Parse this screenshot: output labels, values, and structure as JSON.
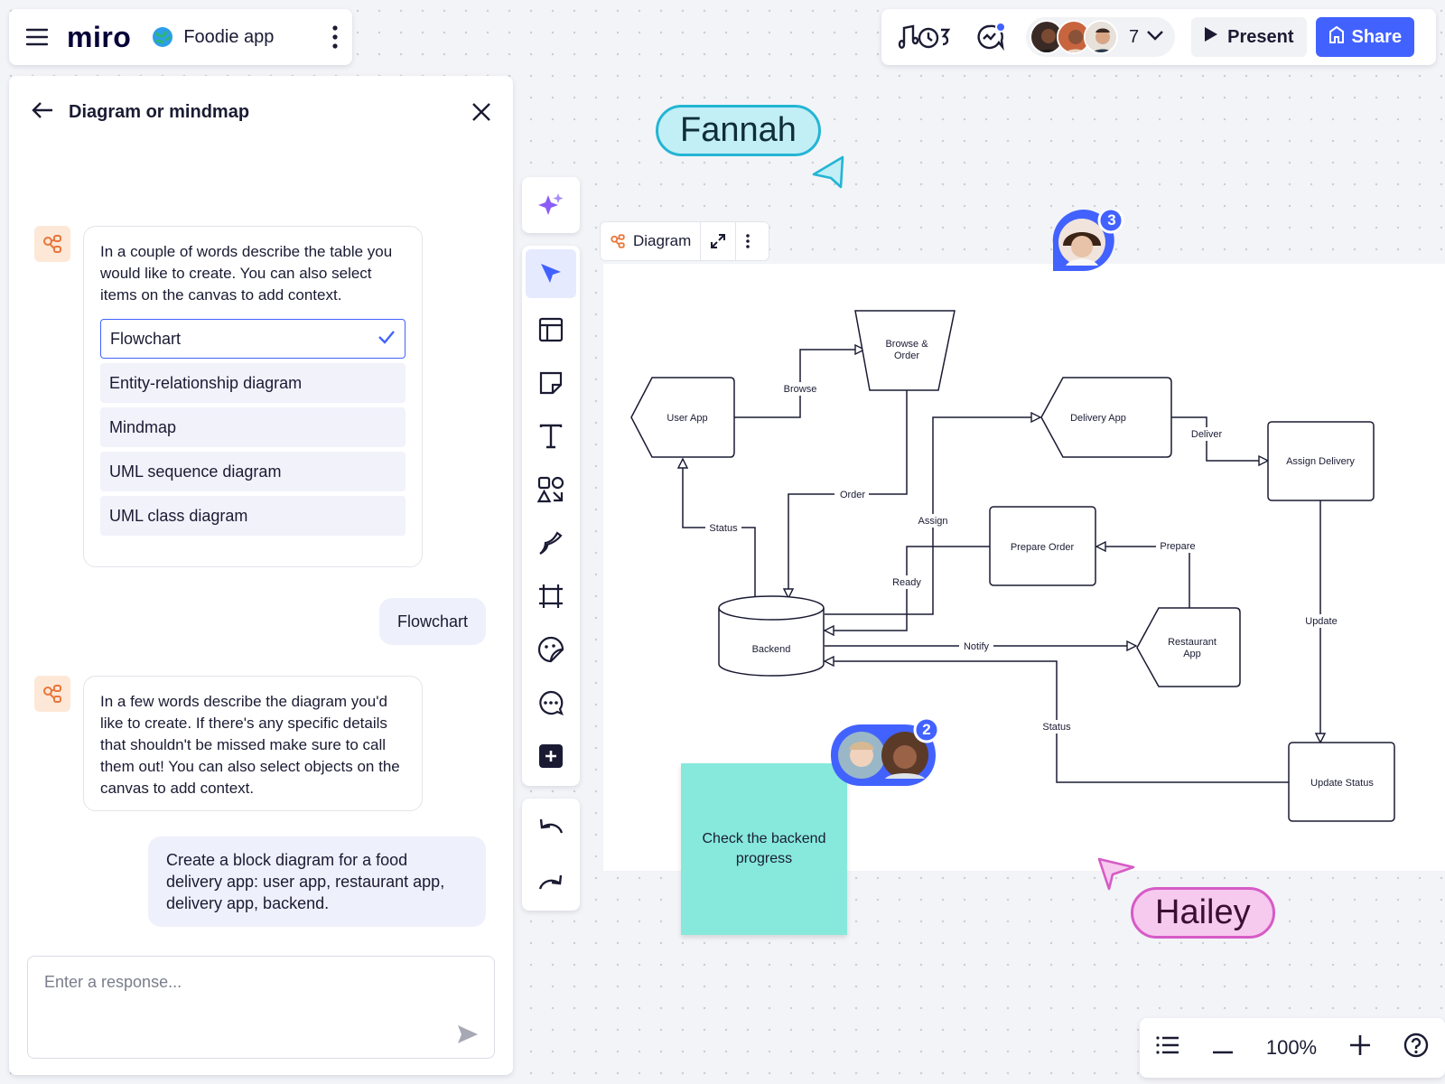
{
  "app": {
    "logo": "miro",
    "board_name": "Foodie app"
  },
  "header": {
    "collaborator_count": "7",
    "present_label": "Present",
    "share_label": "Share"
  },
  "panel": {
    "title": "Diagram or mindmap",
    "ai_message_1": "In a couple of words describe the table you would like to create. You can also select items on the canvas to add context.",
    "options": [
      "Flowchart",
      "Entity-relationship diagram",
      "Mindmap",
      "UML sequence diagram",
      "UML class diagram"
    ],
    "selected_option": "Flowchart",
    "user_message_1": "Flowchart",
    "ai_message_2": "In a few words describe the diagram you'd like to create. If there's any specific details that shouldn't be missed make sure to call them out! You can also select objects on the canvas to add context.",
    "user_message_2": "Create a block diagram for a food delivery app: user app, restaurant app, delivery app, backend.",
    "response_placeholder": "Enter a response..."
  },
  "canvas": {
    "diagram_tag": "Diagram",
    "cursors": [
      {
        "name": "Fannah",
        "color": "#23b5d3"
      },
      {
        "name": "Hailey",
        "color": "#d65bc6"
      }
    ],
    "avatar_badge_1": "3",
    "avatar_badge_2": "2",
    "sticky_note": "Check the backend progress",
    "diagram": {
      "nodes": {
        "user_app": "User App",
        "browse_order": "Browse & Order",
        "delivery_app": "Delivery App",
        "assign_delivery": "Assign Delivery",
        "prepare_order": "Prepare Order",
        "backend": "Backend",
        "restaurant_app": "Restaurant App",
        "update_status": "Update Status"
      },
      "edges": {
        "browse": "Browse",
        "order": "Order",
        "status_user": "Status",
        "assign": "Assign",
        "deliver": "Deliver",
        "prepare": "Prepare",
        "ready": "Ready",
        "notify": "Notify",
        "update": "Update",
        "status_update": "Status"
      }
    }
  },
  "zoom": {
    "level": "100%"
  },
  "colors": {
    "accent": "#4262ff",
    "ai_icon": "#e8763a",
    "sticky": "#86e9dc"
  },
  "icons": [
    "menu-icon",
    "globe-icon",
    "more-vertical-icon",
    "timer-icon",
    "reactions-icon",
    "chevron-down-icon",
    "play-icon",
    "share-icon",
    "back-arrow-icon",
    "close-icon",
    "ai-diagram-icon",
    "check-icon",
    "send-icon",
    "sparkle-icon",
    "select-cursor-icon",
    "templates-icon",
    "sticky-note-icon",
    "text-icon",
    "shapes-icon",
    "pen-icon",
    "frame-icon",
    "sticker-icon",
    "comment-icon",
    "add-icon",
    "undo-icon",
    "redo-icon",
    "expand-icon",
    "list-icon",
    "zoom-out-icon",
    "zoom-in-icon",
    "help-icon"
  ]
}
